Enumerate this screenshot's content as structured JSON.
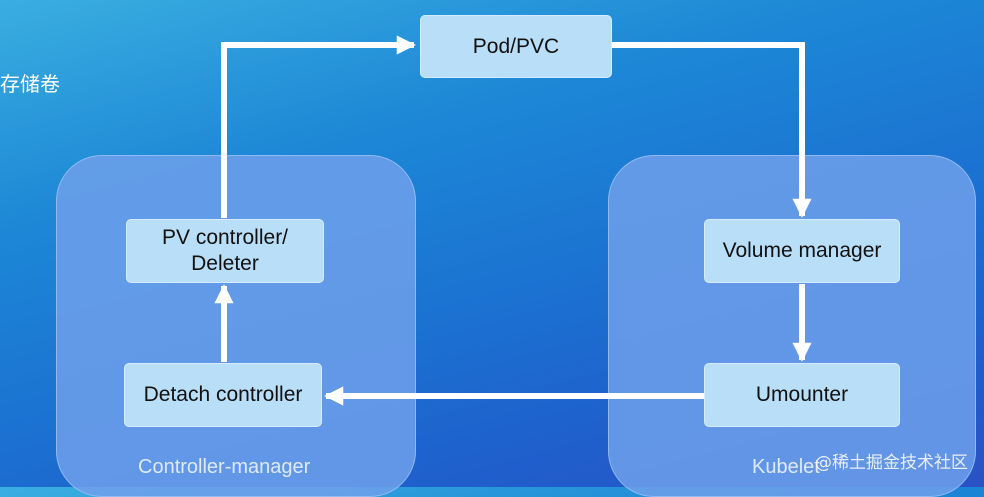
{
  "slide": {
    "title": "存储卷"
  },
  "groups": {
    "controller_manager": {
      "label": "Controller-manager"
    },
    "kubelet": {
      "label": "Kubelet"
    }
  },
  "nodes": {
    "pod_pvc": "Pod/PVC",
    "pv_controller_line1": "PV controller/",
    "pv_controller_line2": "Deleter",
    "detach_controller": "Detach controller",
    "volume_manager": "Volume manager",
    "umounter": "Umounter"
  },
  "watermark": "@稀土掘金技术社区",
  "colors": {
    "node_fill": "#b9def7",
    "group_fill": "#6ea0eb",
    "arrow": "#ffffff",
    "background": "#1b74d2"
  }
}
